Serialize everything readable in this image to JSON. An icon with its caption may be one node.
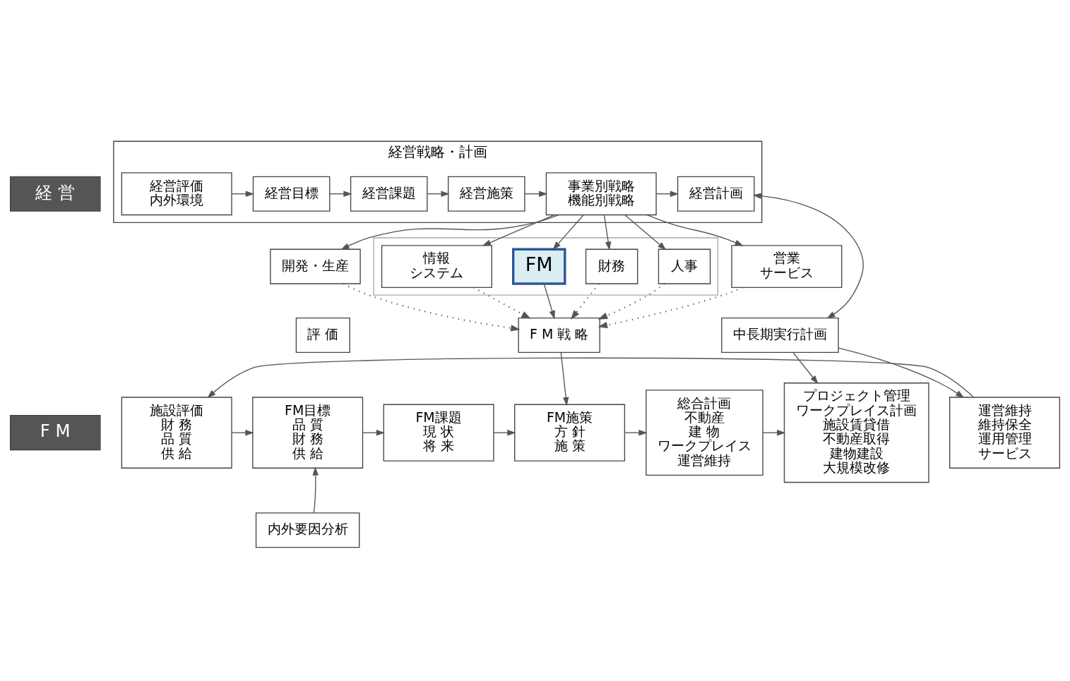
{
  "diagram": {
    "nodes": [
      {
        "text": [
          "経 営"
        ]
      },
      {
        "text": [
          "経営戦略・計画"
        ]
      },
      {
        "text": [
          "経営評価",
          "内外環境"
        ],
        "in": 1
      },
      {
        "text": [
          "経営目標"
        ],
        "in": 1
      },
      {
        "text": [
          "経営課題"
        ],
        "in": 1
      },
      {
        "text": [
          "経営施策"
        ],
        "in": 1
      },
      {
        "text": [
          "事業別戦略",
          "機能別戦略"
        ],
        "in": 1
      },
      {
        "text": [
          "経営計画"
        ],
        "in": 1
      },
      {
        "text": [
          "開発・生産"
        ]
      },
      {
        "text": [],
        "shape": "box"
      },
      {
        "text": [
          "情報",
          "システム"
        ],
        "in": 9
      },
      {
        "text": [
          "FM"
        ],
        "in": 9
      },
      {
        "text": [
          "財務"
        ],
        "in": 9
      },
      {
        "text": [
          "人事"
        ],
        "in": 9
      },
      {
        "text": [
          "営業",
          "サービス"
        ]
      },
      {
        "text": [
          "F M"
        ]
      },
      {
        "text": [
          "評 価"
        ]
      },
      {
        "text": [
          "F M 戦 略"
        ]
      },
      {
        "text": [
          "中長期実行計画"
        ]
      },
      {
        "text": [
          "施設評価",
          "財 務",
          "品 質",
          "供 給"
        ]
      },
      {
        "text": [
          "FM目標",
          "品 質",
          "財 務",
          "供 給"
        ]
      },
      {
        "text": [
          "FM課題",
          "現 状",
          "将 来"
        ]
      },
      {
        "text": [
          "FM施策",
          "方 針",
          "施 策"
        ]
      },
      {
        "text": [
          "総合計画",
          "不動産",
          "建 物",
          "ワークプレイス",
          "運営維持"
        ]
      },
      {
        "text": [
          "プロジェクト管理",
          "ワークプレイス計画",
          "施設賃貸借",
          "不動産取得",
          "建物建設",
          "大規模改修"
        ]
      },
      {
        "text": [
          "運営維持",
          "維持保全",
          "運用管理",
          "サービス"
        ]
      },
      {
        "text": [
          "内外要因分析"
        ]
      }
    ],
    "edges": [
      {
        "from": 2,
        "to": 3,
        "arrow": "to"
      },
      {
        "from": 3,
        "to": 4,
        "arrow": "to"
      },
      {
        "from": 4,
        "to": 5,
        "arrow": "to"
      },
      {
        "from": 5,
        "to": 6,
        "arrow": "to"
      },
      {
        "from": 6,
        "to": 7,
        "arrow": "to"
      },
      {
        "from": 6,
        "to": 8,
        "arrow": "to"
      },
      {
        "from": 6,
        "to": 10,
        "arrow": "to"
      },
      {
        "from": 6,
        "to": 11,
        "arrow": "to"
      },
      {
        "from": 6,
        "to": 12,
        "arrow": "to"
      },
      {
        "from": 6,
        "to": 13,
        "arrow": "to"
      },
      {
        "from": 6,
        "to": 14,
        "arrow": "to"
      },
      {
        "from": 8,
        "to": 17,
        "arrow": "to",
        "style": "dashed"
      },
      {
        "from": 10,
        "to": 17,
        "arrow": "to",
        "style": "dashed"
      },
      {
        "from": 11,
        "to": 17,
        "arrow": "to"
      },
      {
        "from": 12,
        "to": 17,
        "arrow": "to",
        "style": "dashed"
      },
      {
        "from": 13,
        "to": 17,
        "arrow": "to",
        "style": "dashed"
      },
      {
        "from": 14,
        "to": 17,
        "arrow": "to",
        "style": "dashed"
      },
      {
        "from": 7,
        "to": 18,
        "arrow": "both"
      },
      {
        "from": 17,
        "to": 22,
        "arrow": "to"
      },
      {
        "from": 18,
        "to": 24,
        "arrow": "to"
      },
      {
        "from": 18,
        "to": 25,
        "arrow": "to"
      },
      {
        "from": 19,
        "to": 20,
        "arrow": "to"
      },
      {
        "from": 20,
        "to": 21,
        "arrow": "to"
      },
      {
        "from": 21,
        "to": 22,
        "arrow": "to"
      },
      {
        "from": 22,
        "to": 23,
        "arrow": "to"
      },
      {
        "from": 23,
        "to": 24,
        "arrow": "to"
      },
      {
        "from": 26,
        "to": 20,
        "arrow": "to"
      },
      {
        "from": 25,
        "to": 19,
        "arrow": "to"
      }
    ]
  }
}
